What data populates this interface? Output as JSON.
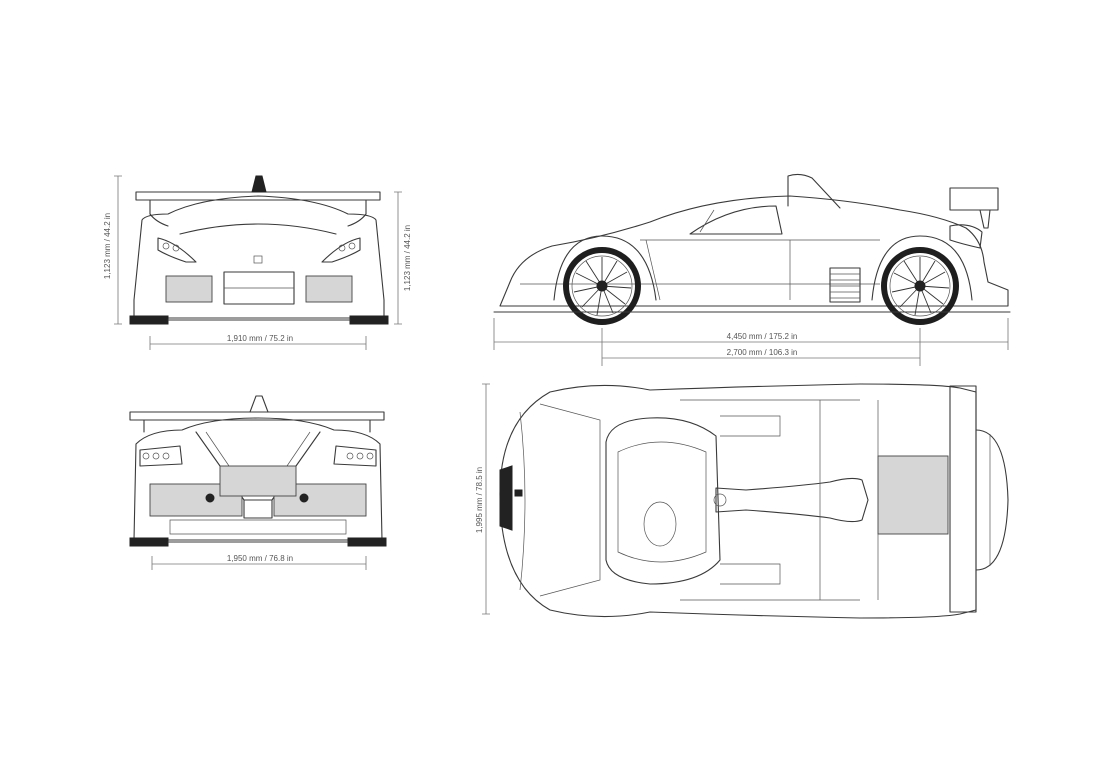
{
  "dimensions": {
    "front_height": "1,123 mm / 44.2 in",
    "front_height_right": "1,123 mm / 44.2 in",
    "front_width": "1,910 mm / 75.2 in",
    "overall_length": "4,450 mm / 175.2 in",
    "wheelbase": "2,700 mm / 106.3 in",
    "rear_width": "1,950 mm / 76.8 in",
    "top_width": "1,995 mm / 78.5 in"
  },
  "colors": {
    "line": "#3a3a3a",
    "panel": "#d6d6d6",
    "tyre": "#1e1e1e"
  }
}
